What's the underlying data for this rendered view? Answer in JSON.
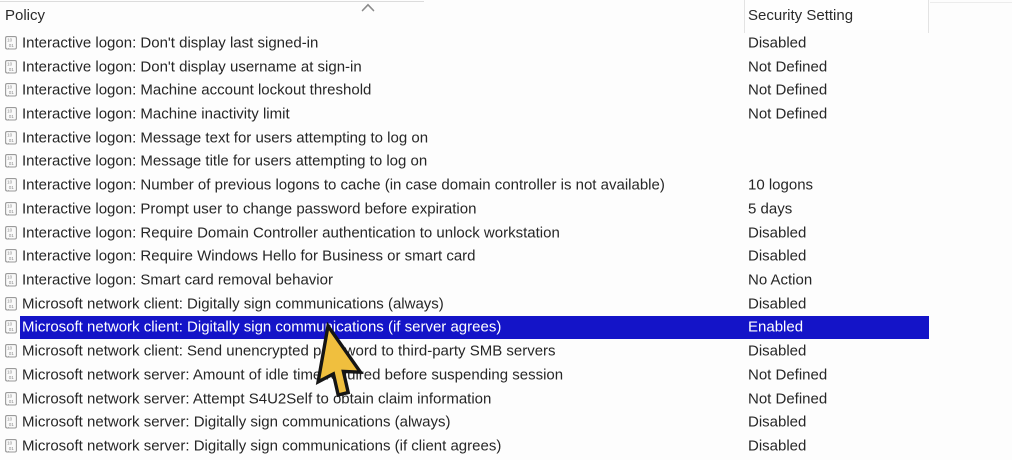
{
  "window": {
    "app": "Local Security Policy - Security Options list"
  },
  "header": {
    "policy_label": "Policy",
    "setting_label": "Security Setting"
  },
  "scroll": {
    "up_icon": "chevron-up"
  },
  "colors": {
    "selection": "#1414c8",
    "selection_text": "#ffffff",
    "cursor_fill": "#f0bf3e",
    "cursor_outline": "#151515",
    "row_text": "#262626",
    "icon_gray": "#8f8f8f"
  },
  "icons": {
    "row_icon": "policy-binary-document-icon",
    "cursor": "arrow-pointer-cursor"
  },
  "table": {
    "rows": [
      {
        "policy": "Interactive logon: Don't display last signed-in",
        "setting": "Disabled",
        "selected": false
      },
      {
        "policy": "Interactive logon: Don't display username at sign-in",
        "setting": "Not Defined",
        "selected": false
      },
      {
        "policy": "Interactive logon: Machine account lockout threshold",
        "setting": "Not Defined",
        "selected": false
      },
      {
        "policy": "Interactive logon: Machine inactivity limit",
        "setting": "Not Defined",
        "selected": false
      },
      {
        "policy": "Interactive logon: Message text for users attempting to log on",
        "setting": "",
        "selected": false
      },
      {
        "policy": "Interactive logon: Message title for users attempting to log on",
        "setting": "",
        "selected": false
      },
      {
        "policy": "Interactive logon: Number of previous logons to cache (in case domain controller is not available)",
        "setting": "10 logons",
        "selected": false
      },
      {
        "policy": "Interactive logon: Prompt user to change password before expiration",
        "setting": "5 days",
        "selected": false
      },
      {
        "policy": "Interactive logon: Require Domain Controller authentication to unlock workstation",
        "setting": "Disabled",
        "selected": false
      },
      {
        "policy": "Interactive logon: Require Windows Hello for Business or smart card",
        "setting": "Disabled",
        "selected": false
      },
      {
        "policy": "Interactive logon: Smart card removal behavior",
        "setting": "No Action",
        "selected": false
      },
      {
        "policy": "Microsoft network client: Digitally sign communications (always)",
        "setting": "Disabled",
        "selected": false
      },
      {
        "policy": "Microsoft network client: Digitally sign communications (if server agrees)",
        "setting": "Enabled",
        "selected": true
      },
      {
        "policy": "Microsoft network client: Send unencrypted password to third-party SMB servers",
        "setting": "Disabled",
        "selected": false
      },
      {
        "policy": "Microsoft network server: Amount of idle time required before suspending session",
        "setting": "Not Defined",
        "selected": false
      },
      {
        "policy": "Microsoft network server: Attempt S4U2Self to obtain claim information",
        "setting": "Not Defined",
        "selected": false
      },
      {
        "policy": "Microsoft network server: Digitally sign communications (always)",
        "setting": "Disabled",
        "selected": false
      },
      {
        "policy": "Microsoft network server: Digitally sign communications (if client agrees)",
        "setting": "Disabled",
        "selected": false
      }
    ]
  }
}
